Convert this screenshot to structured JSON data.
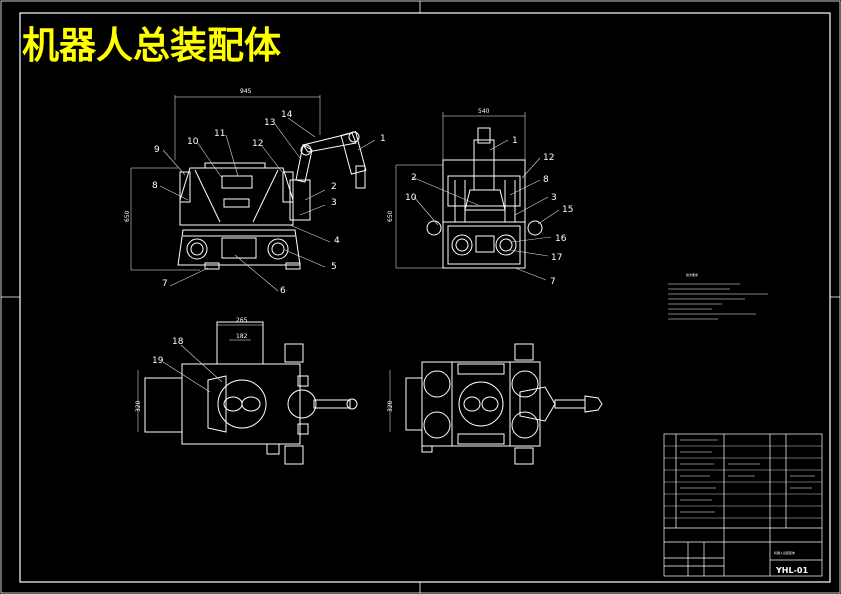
{
  "title": "机器人总装配体",
  "colors": {
    "background": "#000000",
    "line": "#ffffff",
    "title": "#ffff00",
    "leader": "#d8d8d8"
  },
  "front_view": {
    "labels": [
      "9",
      "10",
      "11",
      "12",
      "13",
      "14",
      "1",
      "8",
      "2",
      "3",
      "4",
      "5",
      "6",
      "7"
    ],
    "dims": {
      "width": "945",
      "height": "650"
    }
  },
  "side_view": {
    "labels": [
      "1",
      "12",
      "2",
      "8",
      "3",
      "10",
      "15",
      "16",
      "17",
      "7"
    ],
    "dims": {
      "width": "540",
      "height": "650"
    }
  },
  "top_view": {
    "labels": [
      "18",
      "19"
    ],
    "dims": {
      "outer": "265",
      "inner": "182",
      "height": "320"
    }
  },
  "bottom_view": {
    "dims": {
      "height": "320"
    }
  },
  "notes": {
    "heading": "技术要求"
  },
  "title_block": {
    "drawing_no": "YHL-01",
    "name": "机器人总装配体"
  }
}
